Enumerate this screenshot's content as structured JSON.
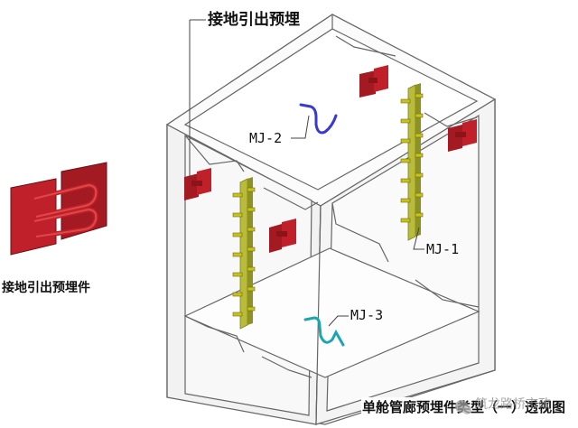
{
  "labels": {
    "top_callout": "接地引出预埋",
    "left_caption": "接地引出预埋件",
    "mj1": "MJ-1",
    "mj2": "MJ-2",
    "mj3": "MJ-3",
    "title": "单舱管廊预埋件类型（一）透视图",
    "watermark": "筑龙路桥市政"
  },
  "colors": {
    "plate": "#c0202a",
    "plate_dark": "#8c1419",
    "channel": "#b8bc3a",
    "channel_dark": "#7f8220",
    "rebar_blue": "#3a3ad0",
    "rebar_teal": "#1aa6b0",
    "line": "#555555"
  }
}
